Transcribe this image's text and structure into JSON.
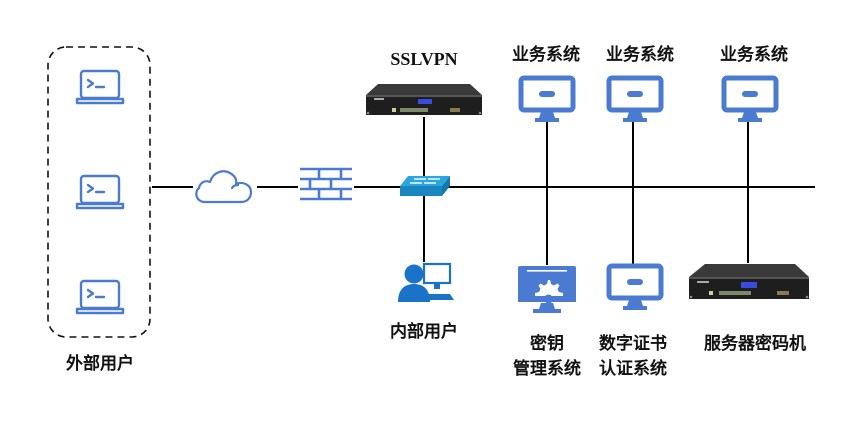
{
  "diagram": {
    "title": "",
    "colors": {
      "icon_blue": "#4a7bd0",
      "line": "#000000",
      "switch_top": "#29a6e0",
      "switch_side": "#1a86c0",
      "user_blue": "#1a73c8",
      "device_dark": "#222222",
      "device_display": "#3a4be0"
    },
    "nodes": {
      "external_users": {
        "label": "外部用户",
        "icon": "laptop-terminal-icon",
        "count": 3
      },
      "internet": {
        "icon": "cloud-icon"
      },
      "firewall": {
        "icon": "firewall-icon"
      },
      "sslvpn": {
        "label": "SSLVPN",
        "icon": "rack-server-icon"
      },
      "switch": {
        "icon": "network-switch-icon"
      },
      "internal_user": {
        "label": "内部用户",
        "icon": "user-workstation-icon"
      },
      "business_systems": [
        {
          "label": "业务系统",
          "icon": "monitor-icon"
        },
        {
          "label": "业务系统",
          "icon": "monitor-icon"
        },
        {
          "label": "业务系统",
          "icon": "monitor-icon"
        }
      ],
      "key_management": {
        "label_line1": "密钥",
        "label_line2": "管理系统",
        "icon": "monitor-gear-icon"
      },
      "cert_auth": {
        "label_line1": "数字证书",
        "label_line2": "认证系统",
        "icon": "monitor-icon"
      },
      "crypto_machine": {
        "label": "服务器密码机",
        "icon": "rack-server-icon"
      }
    },
    "edges": [
      [
        "external_users",
        "internet"
      ],
      [
        "internet",
        "firewall"
      ],
      [
        "firewall",
        "switch"
      ],
      [
        "switch",
        "sslvpn"
      ],
      [
        "switch",
        "internal_user"
      ],
      [
        "switch",
        "business_systems.0"
      ],
      [
        "switch",
        "business_systems.1"
      ],
      [
        "switch",
        "business_systems.2"
      ],
      [
        "switch",
        "key_management"
      ],
      [
        "switch",
        "cert_auth"
      ],
      [
        "switch",
        "crypto_machine"
      ]
    ]
  }
}
